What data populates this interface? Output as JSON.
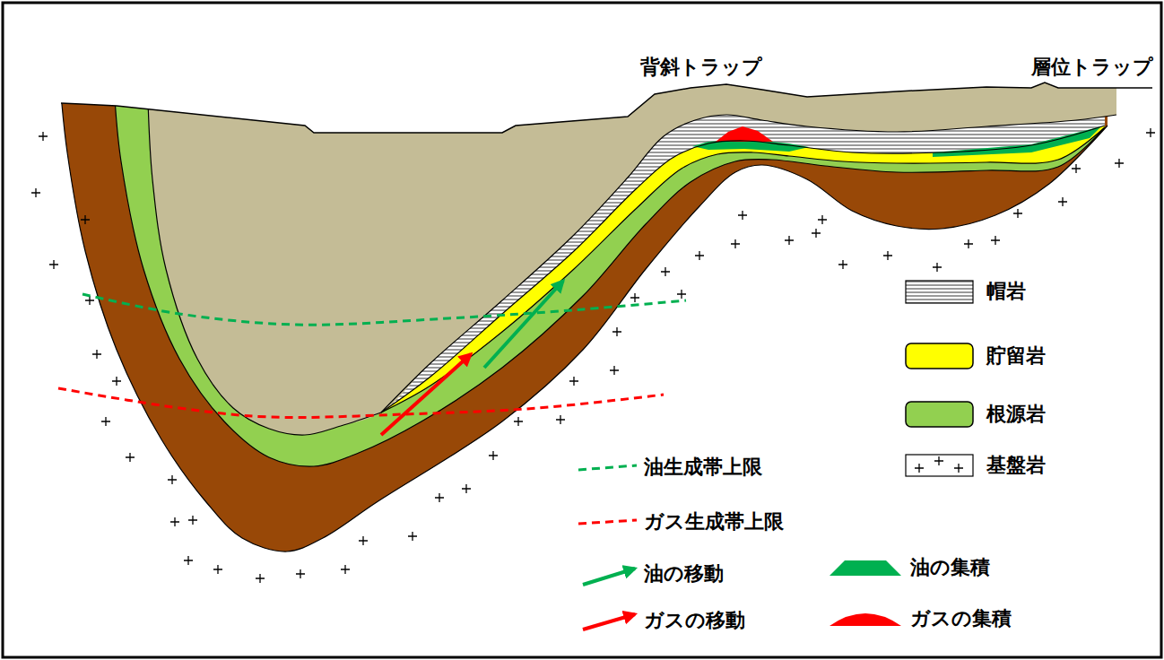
{
  "diagram": {
    "labels": [
      "背斜トラップ",
      "層位トラップ"
    ],
    "legend": [
      {
        "text": "帽岩"
      },
      {
        "text": "貯留岩",
        "color": "#ffff00"
      },
      {
        "text": "根源岩",
        "color": "#92d050"
      },
      {
        "text": "基盤岩"
      },
      {
        "text": "油生成帯上限"
      },
      {
        "text": "ガス生成帯上限"
      },
      {
        "text": "油の移動"
      },
      {
        "text": "ガスの移動"
      },
      {
        "text": "油の集積",
        "color": "#00b050"
      },
      {
        "text": "ガスの集積",
        "color": "#ff0000"
      }
    ]
  }
}
